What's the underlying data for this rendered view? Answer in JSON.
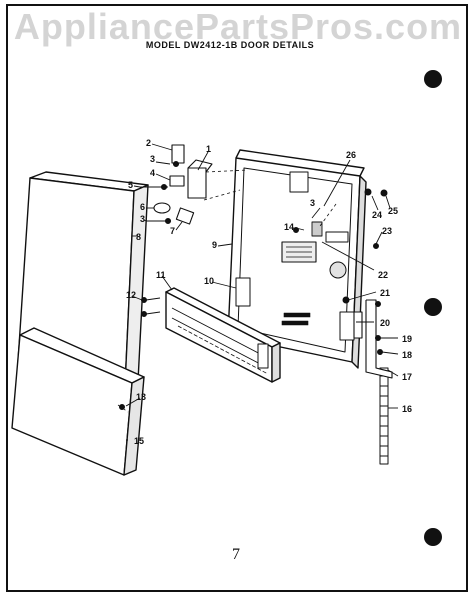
{
  "watermark": "AppliancePartsPros.com",
  "title": "MODEL DW2412-1B DOOR DETAILS",
  "page_number": "7",
  "callouts": [
    {
      "id": "c1",
      "label": "1"
    },
    {
      "id": "c2",
      "label": "2"
    },
    {
      "id": "c3a",
      "label": "3"
    },
    {
      "id": "c3b",
      "label": "3"
    },
    {
      "id": "c3c",
      "label": "3"
    },
    {
      "id": "c4",
      "label": "4"
    },
    {
      "id": "c5",
      "label": "5"
    },
    {
      "id": "c6",
      "label": "6"
    },
    {
      "id": "c7",
      "label": "7"
    },
    {
      "id": "c8",
      "label": "8"
    },
    {
      "id": "c9",
      "label": "9"
    },
    {
      "id": "c10",
      "label": "10"
    },
    {
      "id": "c11",
      "label": "11"
    },
    {
      "id": "c12",
      "label": "12"
    },
    {
      "id": "c13",
      "label": "13"
    },
    {
      "id": "c14",
      "label": "14"
    },
    {
      "id": "c15",
      "label": "15"
    },
    {
      "id": "c16",
      "label": "16"
    },
    {
      "id": "c17",
      "label": "17"
    },
    {
      "id": "c18",
      "label": "18"
    },
    {
      "id": "c19",
      "label": "19"
    },
    {
      "id": "c20",
      "label": "20"
    },
    {
      "id": "c21",
      "label": "21"
    },
    {
      "id": "c22",
      "label": "22"
    },
    {
      "id": "c23",
      "label": "23"
    },
    {
      "id": "c24",
      "label": "24"
    },
    {
      "id": "c25",
      "label": "25"
    },
    {
      "id": "c26",
      "label": "26"
    }
  ]
}
